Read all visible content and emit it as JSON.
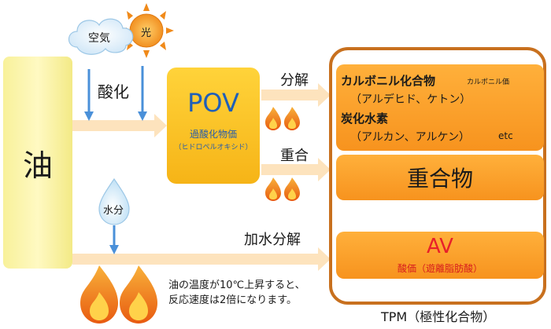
{
  "oil": "油",
  "air": "空気",
  "light": "光",
  "water": "水分",
  "oxidation": "酸化",
  "pov": {
    "title": "POV",
    "subtitle": "過酸化物価",
    "note": "（ヒドロペルオキシド）"
  },
  "decomposition": "分解",
  "polymerization": "重合",
  "hydrolysis": "加水分解",
  "carbonyl": {
    "line1": "カルボニル化合物",
    "line1_small": "カルボニル価",
    "line2": "（アルデヒド、ケトン）",
    "line3": "炭化水素",
    "line4": "（アルカン、アルケン）",
    "etc": "etc"
  },
  "polymer": "重合物",
  "av": {
    "title": "AV",
    "subtitle": "酸価（遊離脂肪酸）"
  },
  "note": {
    "line1": "油の温度が10℃上昇すると、",
    "line2": "反応速度は2倍になります。"
  },
  "tpm": "TPM（極性化合物）",
  "colors": {
    "arrow": "#fde3bd",
    "blue_arrow": "#4a90d9",
    "frame": "#c8701e",
    "box_orange": "#f7931e",
    "pov_yellow": "#f6b417",
    "oil_yellow": "#f8f19a",
    "flame_outer": "#f06a10",
    "flame_inner": "#ffd24a"
  }
}
